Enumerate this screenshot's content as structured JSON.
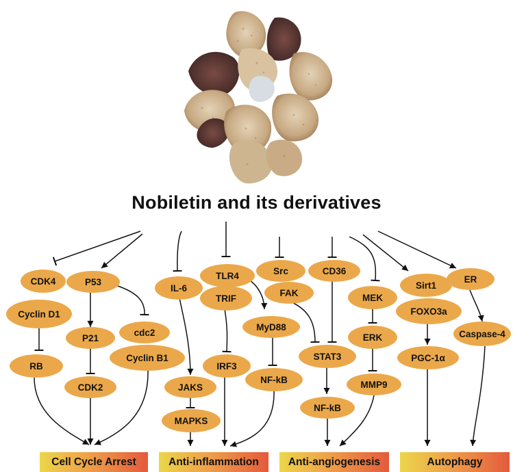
{
  "title": "Nobiletin and its derivatives",
  "image": {
    "name": "dried citrus peel",
    "colors": [
      "#c8b08a",
      "#5a3a32",
      "#e0d4c0"
    ]
  },
  "node_color": "#eba84a",
  "nodes": {
    "cdk4": "CDK4",
    "p53": "P53",
    "cyclin_d1": "Cyclin D1",
    "rb": "RB",
    "p21": "P21",
    "cdc2": "cdc2",
    "cyclin_b1": "Cyclin B1",
    "cdk2": "CDK2",
    "il6": "IL-6",
    "jaks": "JAKS",
    "mapks": "MAPKS",
    "tlr4": "TLR4",
    "trif": "TRIF",
    "myd88": "MyD88",
    "irf3": "IRF3",
    "nfkb1": "NF-kB",
    "src": "Src",
    "fak": "FAK",
    "cd36": "CD36",
    "stat3": "STAT3",
    "nfkb2": "NF-kB",
    "mek": "MEK",
    "erk": "ERK",
    "mmp9": "MMP9",
    "sirt1": "Sirt1",
    "foxo3a": "FOXO3a",
    "pgc1a": "PGC-1α",
    "er": "ER",
    "caspase4": "Caspase-4"
  },
  "outcomes": {
    "cell_cycle": "Cell Cycle Arrest",
    "anti_inflammation": "Anti-inflammation",
    "anti_angiogenesis": "Anti-angiogenesis",
    "autophagy": "Autophagy"
  },
  "edges": [
    {
      "type": "inhibit",
      "from": "Nobiletin and its derivatives",
      "to": "CDK4 / Cyclin D1"
    },
    {
      "type": "activate",
      "from": "Nobiletin and its derivatives",
      "to": "P53"
    },
    {
      "type": "inhibit",
      "from": "Nobiletin and its derivatives",
      "to": "IL-6"
    },
    {
      "type": "inhibit",
      "from": "Nobiletin and its derivatives",
      "to": "TLR4"
    },
    {
      "type": "inhibit",
      "from": "Nobiletin and its derivatives",
      "to": "Src"
    },
    {
      "type": "inhibit",
      "from": "Nobiletin and its derivatives",
      "to": "CD36"
    },
    {
      "type": "inhibit",
      "from": "Nobiletin and its derivatives",
      "to": "MEK"
    },
    {
      "type": "activate",
      "from": "Nobiletin and its derivatives",
      "to": "Sirt1"
    },
    {
      "type": "activate",
      "from": "Nobiletin and its derivatives",
      "to": "ER"
    },
    {
      "type": "inhibit",
      "from": "Cyclin D1",
      "to": "RB"
    },
    {
      "type": "activate",
      "from": "P53",
      "to": "P21"
    },
    {
      "type": "inhibit",
      "from": "P53",
      "to": "cdc2"
    },
    {
      "type": "inhibit",
      "from": "P21",
      "to": "CDK2"
    },
    {
      "type": "activate",
      "from": "RB",
      "to": "Cell Cycle Arrest"
    },
    {
      "type": "activate",
      "from": "CDK2",
      "to": "Cell Cycle Arrest"
    },
    {
      "type": "activate",
      "from": "Cyclin B1",
      "to": "Cell Cycle Arrest"
    },
    {
      "type": "activate",
      "from": "IL-6",
      "to": "JAKS"
    },
    {
      "type": "inhibit",
      "from": "JAKS",
      "to": "MAPKS"
    },
    {
      "type": "activate",
      "from": "MAPKS",
      "to": "Anti-inflammation"
    },
    {
      "type": "activate",
      "from": "TLR4",
      "to": "MyD88"
    },
    {
      "type": "inhibit",
      "from": "TRIF",
      "to": "IRF3"
    },
    {
      "type": "inhibit",
      "from": "MyD88",
      "to": "NF-kB"
    },
    {
      "type": "activate",
      "from": "IRF3",
      "to": "Anti-inflammation"
    },
    {
      "type": "activate",
      "from": "NF-kB",
      "to": "Anti-inflammation"
    },
    {
      "type": "inhibit",
      "from": "FAK",
      "to": "STAT3"
    },
    {
      "type": "inhibit",
      "from": "CD36",
      "to": "STAT3"
    },
    {
      "type": "activate",
      "from": "STAT3",
      "to": "NF-kB"
    },
    {
      "type": "inhibit",
      "from": "MEK",
      "to": "ERK"
    },
    {
      "type": "inhibit",
      "from": "ERK",
      "to": "MMP9"
    },
    {
      "type": "activate",
      "from": "NF-kB",
      "to": "Anti-angiogenesis"
    },
    {
      "type": "activate",
      "from": "MMP9",
      "to": "Anti-angiogenesis"
    },
    {
      "type": "activate",
      "from": "FOXO3a",
      "to": "PGC-1α"
    },
    {
      "type": "activate",
      "from": "PGC-1α",
      "to": "Autophagy"
    },
    {
      "type": "activate",
      "from": "ER",
      "to": "Caspase-4"
    },
    {
      "type": "activate",
      "from": "Caspase-4",
      "to": "Autophagy"
    }
  ]
}
